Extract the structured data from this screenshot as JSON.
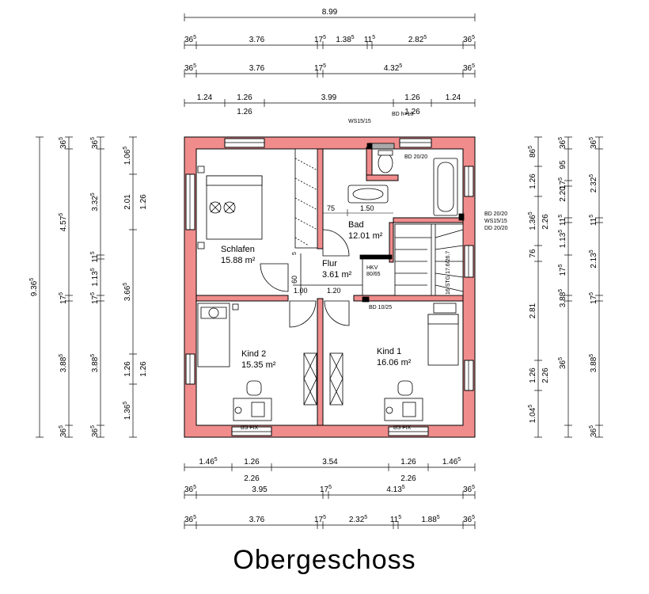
{
  "title": "Obergeschoss",
  "rooms": [
    {
      "id": "schlafen",
      "name": "Schlafen",
      "area": "15.88 m²"
    },
    {
      "id": "bad",
      "name": "Bad",
      "area": "12.01 m²"
    },
    {
      "id": "flur",
      "name": "Flur",
      "area": "3.61 m²"
    },
    {
      "id": "kind2",
      "name": "Kind 2",
      "area": "15.35 m²"
    },
    {
      "id": "kind1",
      "name": "Kind 1",
      "area": "16.06 m²"
    }
  ],
  "labels": {
    "ws_top": "WS15/15",
    "bd_top": "BD h=10",
    "bd_bad": "BD 20/20",
    "right_note_1": "BD 20/20",
    "right_note_2": "WS15/15",
    "right_note_3": "DD 20/20",
    "hkv": "HKV",
    "hkv_size": "80/65",
    "bd_1025": "BD 10/25",
    "bs_fix_1": "BS FIX",
    "bs_fix_2": "BS FIX",
    "stair": "16 STG 17.6/26.7",
    "bad_75": "75",
    "bad_150": "1.50",
    "flur_60": "60",
    "flur_100": "1.00",
    "flur_120": "1.20",
    "flur_05": "5"
  },
  "dims": {
    "top1": {
      "main": "8.99"
    },
    "top2": [
      {
        "main": "36",
        "sup": "5"
      },
      {
        "main": "3.76"
      },
      {
        "main": "17",
        "sup": "5"
      },
      {
        "main": "1.38",
        "sup": "5"
      },
      {
        "main": "11",
        "sup": "5"
      },
      {
        "main": "2.82",
        "sup": "5"
      },
      {
        "main": "36",
        "sup": "5"
      }
    ],
    "top3": [
      {
        "main": "36",
        "sup": "5"
      },
      {
        "main": "3.76"
      },
      {
        "main": "17",
        "sup": "5"
      },
      {
        "main": "4.32",
        "sup": "5"
      },
      {
        "main": "36",
        "sup": "5"
      }
    ],
    "top4": [
      {
        "main": "1.24"
      },
      {
        "main": "1.26"
      },
      {
        "main": "3.99"
      },
      {
        "main": "1.26"
      },
      {
        "main": "1.24"
      }
    ],
    "top4b": [
      {
        "main": "1.26"
      },
      {
        "main": "1.26"
      }
    ],
    "bot1": [
      {
        "main": "1.46",
        "sup": "5"
      },
      {
        "main": "1.26"
      },
      {
        "main": "3.54"
      },
      {
        "main": "1.26"
      },
      {
        "main": "1.46",
        "sup": "5"
      }
    ],
    "bot1b": [
      {
        "main": "2.26"
      },
      {
        "main": "2.26"
      }
    ],
    "bot2": [
      {
        "main": "36",
        "sup": "5"
      },
      {
        "main": "3.95"
      },
      {
        "main": "17",
        "sup": "5"
      },
      {
        "main": "4.13",
        "sup": "5"
      },
      {
        "main": "36",
        "sup": "5"
      }
    ],
    "bot3": [
      {
        "main": "36",
        "sup": "5"
      },
      {
        "main": "3.76"
      },
      {
        "main": "17",
        "sup": "5"
      },
      {
        "main": "2.32",
        "sup": "5"
      },
      {
        "main": "11",
        "sup": "5"
      },
      {
        "main": "1.88",
        "sup": "5"
      },
      {
        "main": "36",
        "sup": "5"
      }
    ],
    "left1": {
      "main": "9.36",
      "sup": "5"
    },
    "left2": [
      {
        "main": "36",
        "sup": "5"
      },
      {
        "main": "4.57",
        "sup": "5"
      },
      {
        "main": "17",
        "sup": "5"
      },
      {
        "main": "3.88",
        "sup": "5"
      },
      {
        "main": "36",
        "sup": "5"
      }
    ],
    "left3": [
      {
        "main": "36",
        "sup": "5"
      },
      {
        "main": "3.32",
        "sup": "5"
      },
      {
        "main": "11",
        "sup": "5"
      },
      {
        "main": "1.13",
        "sup": "5"
      },
      {
        "main": "17",
        "sup": "5"
      },
      {
        "main": "3.88",
        "sup": "5"
      },
      {
        "main": "36",
        "sup": "5"
      }
    ],
    "left4": [
      {
        "main": "1.06",
        "sup": "5"
      },
      {
        "main": "2.01"
      },
      {
        "main": "3.66",
        "sup": "5"
      },
      {
        "main": "1.26"
      },
      {
        "main": "1.36",
        "sup": "5"
      }
    ],
    "left4b": [
      {
        "main": "1.26"
      },
      {
        "main": "1.26"
      }
    ],
    "right1": [
      {
        "main": "86",
        "sup": "5"
      },
      {
        "main": "1.26"
      },
      {
        "main": "1.36",
        "sup": "5"
      },
      {
        "main": "76"
      },
      {
        "main": "2.81"
      },
      {
        "main": "1.26"
      },
      {
        "main": "1.04",
        "sup": "5"
      }
    ],
    "right1b": [
      {
        "main": "2.26"
      },
      {
        "main": "2.26"
      }
    ],
    "right2": [
      {
        "main": "36",
        "sup": "5"
      },
      {
        "main": "95"
      },
      {
        "main": "17",
        "sup": "5"
      },
      {
        "main": "2.20"
      },
      {
        "main": "11",
        "sup": "5"
      },
      {
        "main": "1.13",
        "sup": "5"
      },
      {
        "main": "17",
        "sup": "5"
      },
      {
        "main": "3.88",
        "sup": "5"
      },
      {
        "main": "36",
        "sup": "5"
      }
    ],
    "right3": [
      {
        "main": "36",
        "sup": "5"
      },
      {
        "main": "2.32",
        "sup": "5"
      },
      {
        "main": "11",
        "sup": "5"
      },
      {
        "main": "2.13",
        "sup": "5"
      },
      {
        "main": "17",
        "sup": "5"
      },
      {
        "main": "3.88",
        "sup": "5"
      },
      {
        "main": "36",
        "sup": "5"
      }
    ]
  },
  "colors": {
    "wall": "#f08c8c",
    "wall_stroke": "#000000",
    "line": "#000000"
  }
}
